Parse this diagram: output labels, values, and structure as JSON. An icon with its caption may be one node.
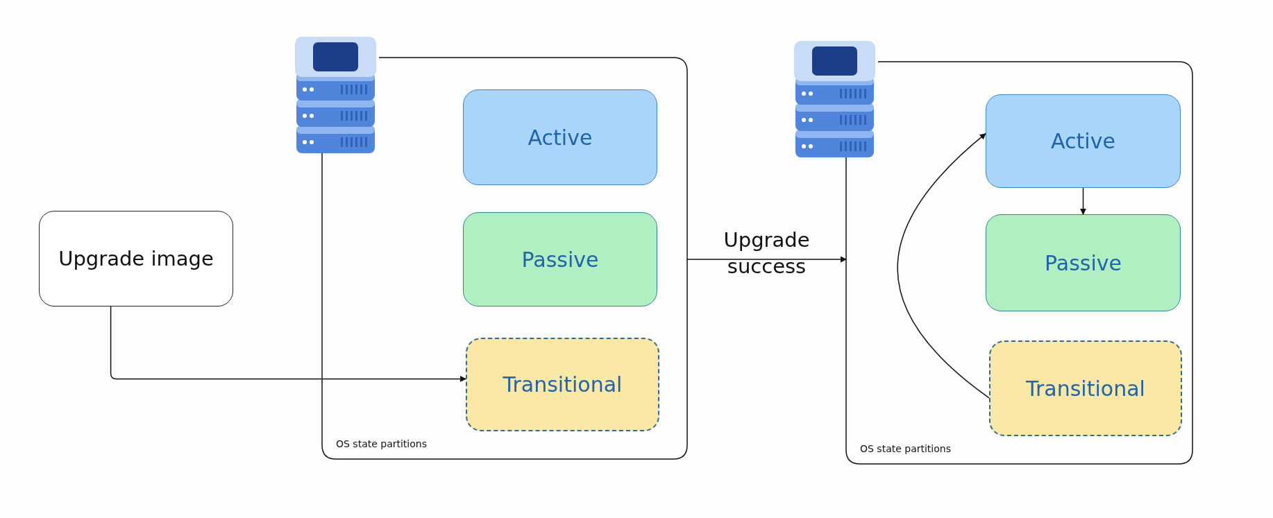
{
  "diagram": {
    "nodes": [
      {
        "text": [
          "Upgrade image"
        ]
      },
      {
        "text": [
          "OS state partitions"
        ]
      },
      {
        "text": [
          "Active"
        ],
        "in": 1
      },
      {
        "text": [
          "Passive"
        ],
        "in": 1
      },
      {
        "text": [
          "Transitional"
        ],
        "in": 1
      },
      {
        "text": [
          "OS state partitions"
        ]
      },
      {
        "text": [
          "Active"
        ],
        "in": 5
      },
      {
        "text": [
          "Passive"
        ],
        "in": 5
      },
      {
        "text": [
          "Transitional"
        ],
        "in": 5
      }
    ],
    "edges": [
      {
        "from": 0,
        "to": 4,
        "arrow": "to"
      },
      {
        "from": 1,
        "to": 5,
        "arrow": "to",
        "label": "Upgrade success"
      },
      {
        "from": 6,
        "to": 7,
        "arrow": "to"
      },
      {
        "from": 8,
        "to": 6,
        "arrow": "to"
      }
    ]
  }
}
